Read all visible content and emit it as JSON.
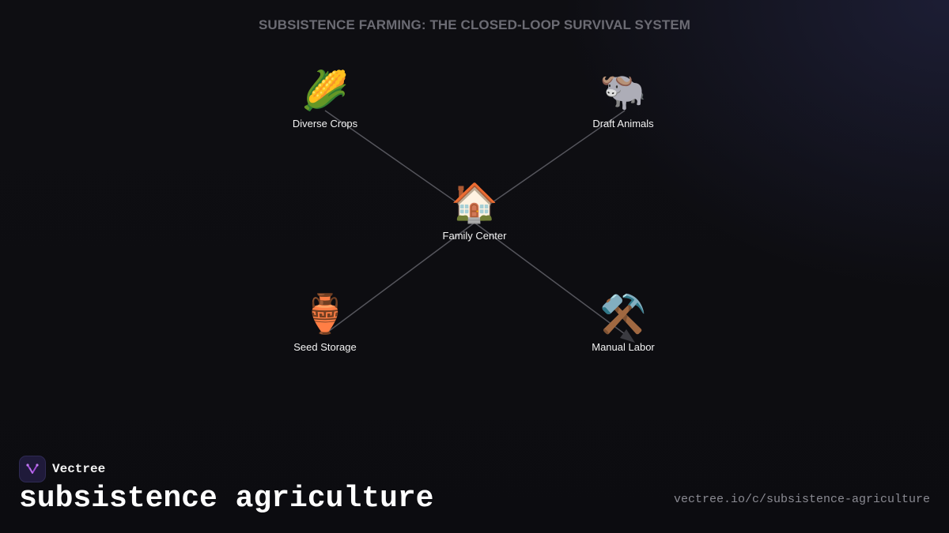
{
  "diagram": {
    "title": "SUBSISTENCE FARMING: THE CLOSED-LOOP SURVIVAL SYSTEM",
    "nodes": [
      {
        "id": "crops",
        "emoji": "🌽",
        "icon": "corn-icon",
        "label": "Diverse Crops"
      },
      {
        "id": "animals",
        "emoji": "🐃",
        "icon": "water-buffalo-icon",
        "label": "Draft Animals"
      },
      {
        "id": "family",
        "emoji": "🏠",
        "icon": "house-icon",
        "label": "Family Center"
      },
      {
        "id": "seeds",
        "emoji": "🏺",
        "icon": "amphora-icon",
        "label": "Seed Storage"
      },
      {
        "id": "labor",
        "emoji": "⚒️",
        "icon": "hammer-pick-icon",
        "label": "Manual Labor"
      }
    ],
    "edges": [
      {
        "from": "crops",
        "to": "family"
      },
      {
        "from": "animals",
        "to": "family"
      },
      {
        "from": "seeds",
        "to": "family"
      },
      {
        "from": "family",
        "to": "labor",
        "arrow": true
      }
    ],
    "colors": {
      "edge": "#55555c",
      "arrow": "#3a3a40"
    }
  },
  "footer": {
    "brand_name": "Vectree",
    "topic": "subsistence agriculture",
    "url": "vectree.io/c/subsistence-agriculture",
    "logo_color": "#a04ad8"
  }
}
